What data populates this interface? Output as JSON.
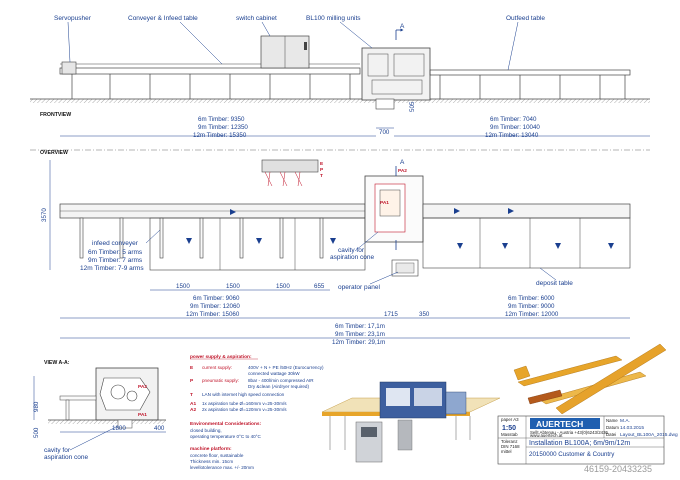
{
  "labels": {
    "servopusher": "Servopusher",
    "conveyer": "Conveyer & Infeed table",
    "switch": "switch cabinet",
    "milling": "BL100 milling units",
    "outfeed": "Outfeed table",
    "section_a": "A",
    "frontview": "FRONTVIEW",
    "overview": "OVERVIEW",
    "cavity_top": "cavity for\naspiration cone",
    "operator_panel": "operator panel",
    "deposit_table": "deposit table",
    "infeed_conveyer": "infeed conveyer",
    "view_aa": "VIEW A-A:",
    "cavity_bottom": "cavity for\naspiration cone",
    "pa1": "PA1",
    "pa2": "PA2",
    "e": "E",
    "p": "P",
    "t": "T"
  },
  "arms": [
    "6m Timber: 5 arms",
    "9m Timber: 7 arms",
    "12m Timber: 7-9 arms"
  ],
  "front_dims": {
    "left": [
      "6m Timber:  9350",
      "9m Timber:  12350",
      "12m Timber:  15350"
    ],
    "right": [
      "6m Timber:  7040",
      "9m Timber:  10040",
      "12m Timber:  13040"
    ],
    "d700": "700",
    "d505": "505"
  },
  "over_dims": {
    "d3570": "3570",
    "spacings": [
      "1500",
      "1500",
      "1500",
      "655"
    ],
    "left": [
      "6m Timber:  9060",
      "9m Timber:  12060",
      "12m Timber:  15060"
    ],
    "right": [
      "6m Timber:  6000",
      "9m Timber:  9000",
      "12m Timber:  12000"
    ],
    "d1715": "1715",
    "d350": "350",
    "total": [
      "6m Timber:  17,1m",
      "9m Timber:  23,1m",
      "12m Timber:  29,1m"
    ]
  },
  "view_dims": {
    "d980": "980",
    "d500": "500",
    "d1800": "1800",
    "d400": "400"
  },
  "specs": {
    "power_title": "power supply & aspiration:",
    "rows": [
      {
        "key": "E",
        "name": "current supply:",
        "value": "400V + N + PE /50Hz (Eurocurrency)"
      },
      {
        "key": "",
        "name": "",
        "value": "connected wattage 30kW"
      },
      {
        "key": "P",
        "name": "pneumatic supply:",
        "value": "8bar - 400l/min compressed AIR"
      },
      {
        "key": "",
        "name": "",
        "value": "Dry &clean (Airdryer required)"
      },
      {
        "key": "T",
        "name": "",
        "value": "LAN with internet high speed connection"
      },
      {
        "key": "A1",
        "name": "",
        "value": "1x aspiration tube Ø=160mm v=25-30m/s"
      },
      {
        "key": "A2",
        "name": "",
        "value": "2x aspiration tube Ø=120mm v=25-30m/s"
      }
    ],
    "env_title": "Environmental Considerations:",
    "env": [
      "closed building,",
      "operating temperature 0°C to 40°C"
    ],
    "platform_title": "machine platform:",
    "platform": [
      "concrete floor, sustainable",
      "Thickness min. 15cm",
      "levellotolerance max. +/- 20mm"
    ]
  },
  "title_block": {
    "paper": "paper A3",
    "scale": "1:50",
    "units": "Masstab",
    "tolerances": "Toleranz\nDIN 7168\nmittel",
    "company": "AUERTECH",
    "company_sub": "Sellt  Abtenau  -  Austria  +43(0)6243/2436",
    "web": "www.auertech.at",
    "name_label": "Name",
    "name_value": "M.A.",
    "date_label": "Datum",
    "date_value": "14.03.2015",
    "file_label": "Datei",
    "file_value": "Layout_BL100A_2015.dwg",
    "title": "Installation BL100A; 6m/9m/12m",
    "subtitle": "20150000 Customer & Country"
  },
  "watermark": "46159-20433235",
  "colors": {
    "line": "#4a4a4a",
    "blue": "#1a3f8f",
    "red": "#c0162b",
    "cabinet_grey": "#d8d8d8",
    "timber": "#e7a52a",
    "machine_blue": "#3d5f9f",
    "logo_blue": "#1f5fb0"
  }
}
